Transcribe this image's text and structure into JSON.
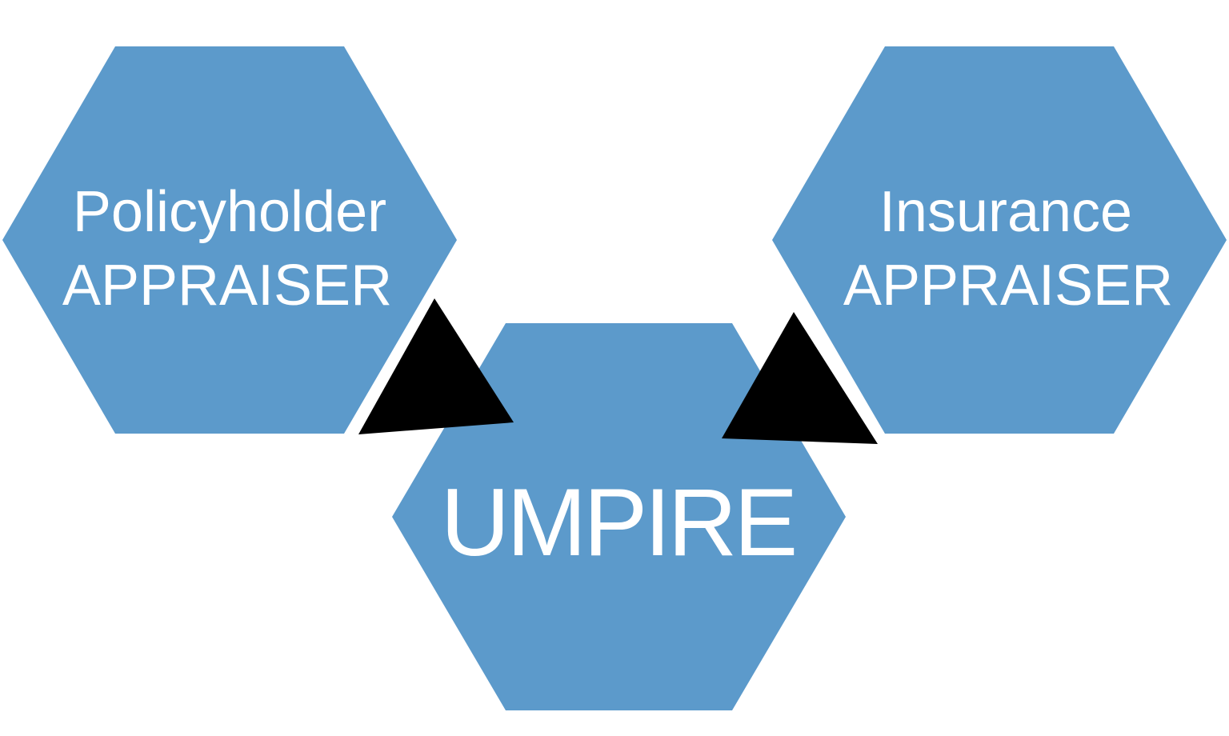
{
  "colors": {
    "background": "#FFFFFF",
    "hexagon_fill": "#5C9ACB",
    "arrow_fill": "#000000",
    "label_text": "#FFFFFF"
  },
  "nodes": {
    "policyholder_appraiser": {
      "line1": "Policyholder",
      "line2": "APPRAISER"
    },
    "insurance_appraiser": {
      "line1": "Insurance",
      "line2": "APPRAISER"
    },
    "umpire": {
      "label": "UMPIRE"
    }
  }
}
